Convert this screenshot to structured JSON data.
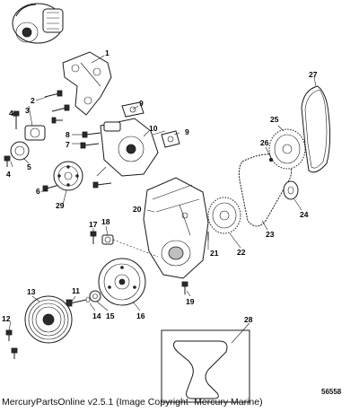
{
  "caption": "MercuryPartsOnline v2.5.1 (Image Copyright- Mercury Marine)",
  "figure_number": "56558",
  "callouts": [
    "1",
    "2",
    "3",
    "4",
    "5",
    "6",
    "7",
    "8",
    "9",
    "10",
    "11",
    "12",
    "13",
    "14",
    "15",
    "16",
    "17",
    "18",
    "19",
    "20",
    "21",
    "22",
    "23",
    "24",
    "25",
    "26",
    "27",
    "28",
    "29"
  ],
  "repeated_callouts": [
    "4",
    "9"
  ]
}
